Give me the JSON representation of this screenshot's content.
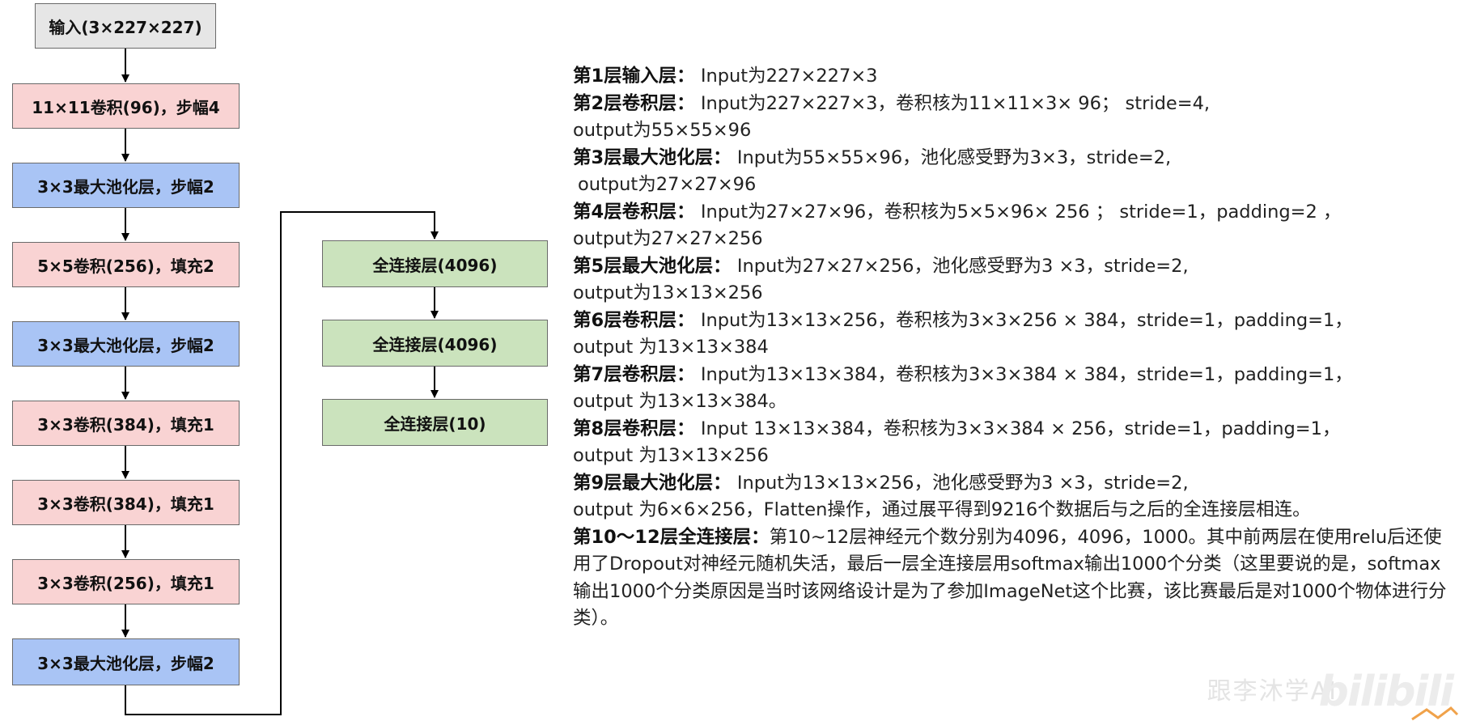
{
  "diagram": {
    "input_box": "输入(3×227×227)",
    "main_column": [
      {
        "label": "11×11卷积(96)，步幅4",
        "kind": "conv"
      },
      {
        "label": "3×3最大池化层，步幅2",
        "kind": "pool"
      },
      {
        "label": "5×5卷积(256)，填充2",
        "kind": "conv"
      },
      {
        "label": "3×3最大池化层，步幅2",
        "kind": "pool"
      },
      {
        "label": "3×3卷积(384)，填充1",
        "kind": "conv"
      },
      {
        "label": "3×3卷积(384)，填充1",
        "kind": "conv"
      },
      {
        "label": "3×3卷积(256)，填充1",
        "kind": "conv"
      },
      {
        "label": "3×3最大池化层，步幅2",
        "kind": "pool"
      }
    ],
    "fc_column": [
      {
        "label": "全连接层(4096)",
        "kind": "fc"
      },
      {
        "label": "全连接层(4096)",
        "kind": "fc"
      },
      {
        "label": "全连接层(10)",
        "kind": "fc"
      }
    ],
    "colors": {
      "input": "#e6e6e6",
      "conv": "#f9d3d3",
      "pool": "#a9c4f5",
      "fc": "#cbe3bd",
      "border": "#6a6a6a",
      "wire": "#000000"
    }
  },
  "layer_descriptions": {
    "l1": {
      "head": "第1层输入层：",
      "body": "Input为227×227×3"
    },
    "l2": {
      "head": "第2层卷积层：",
      "body": "Input为227×227×3，卷积核为11×11×3× 96； stride=4,",
      "cont": "output为55×55×96"
    },
    "l3": {
      "head": "第3层最大池化层：",
      "body": "Input为55×55×96，池化感受野为3×3，stride=2,",
      "cont": "output为27×27×96"
    },
    "l4": {
      "head": "第4层卷积层：",
      "body": "Input为27×27×96，卷积核为5×5×96× 256 ； stride=1，padding=2 ，",
      "cont": "output为27×27×256"
    },
    "l5": {
      "head": "第5层最大池化层：",
      "body": "Input为27×27×256，池化感受野为3 ×3，stride=2,",
      "cont": "output为13×13×256"
    },
    "l6": {
      "head": "第6层卷积层：",
      "body": "Input为13×13×256，卷积核为3×3×256 × 384，stride=1，padding=1，",
      "cont": "output 为13×13×384"
    },
    "l7": {
      "head": "第7层卷积层：",
      "body": "Input为13×13×384，卷积核为3×3×384 × 384，stride=1，padding=1，",
      "cont": "output 为13×13×384。"
    },
    "l8": {
      "head": "第8层卷积层：",
      "body": "Input 13×13×384，卷积核为3×3×384 × 256，stride=1，padding=1，",
      "cont": "output 为13×13×256"
    },
    "l9": {
      "head": "第9层最大池化层：",
      "body": "Input为13×13×256，池化感受野为3 ×3，stride=2,",
      "cont": "output 为6×6×256，Flatten操作，通过展平得到9216个数据后与之后的全连接层相连。"
    },
    "l10": {
      "head": "第10～12层全连接层：",
      "body": "第10~12层神经元个数分别为4096，4096，1000。其中前两层在使用relu后还使用了Dropout对神经元随机失活，最后一层全连接层用softmax输出1000个分类（这里要说的是，softmax输出1000个分类原因是当时该网络设计是为了参加ImageNet这个比赛，该比赛最后是对1000个物体进行分类）。"
    }
  },
  "watermark": {
    "text": "跟李沐学AI",
    "logo": "bilibili"
  }
}
